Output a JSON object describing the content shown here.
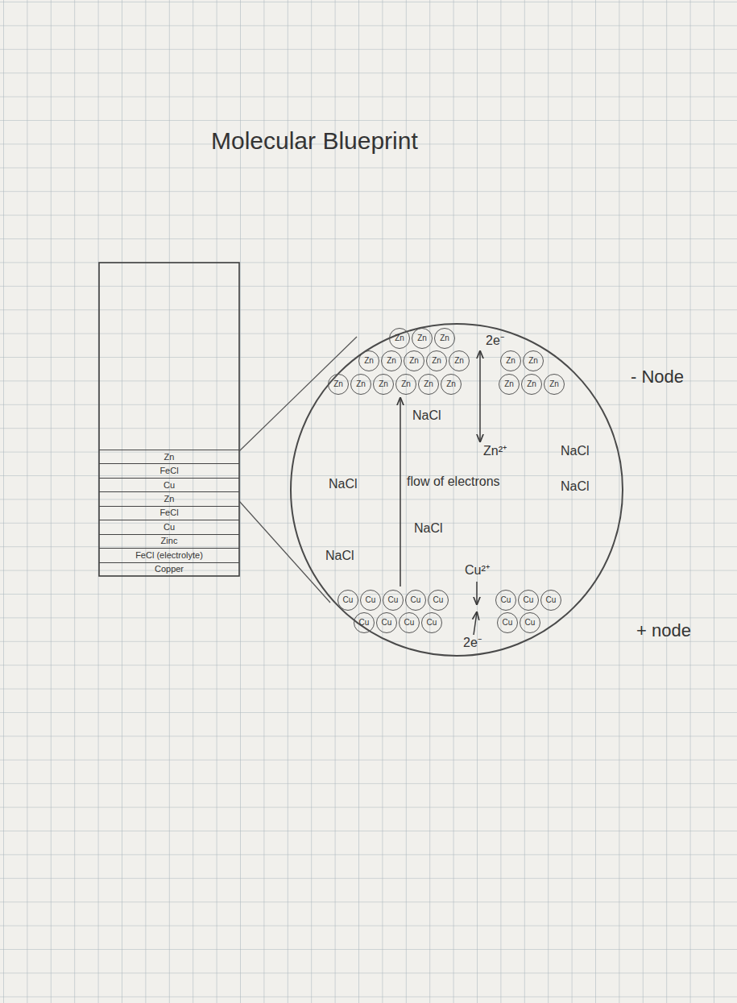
{
  "diagram": {
    "title": "Molecular Blueprint",
    "nodes": [
      {
        "text": [
          "Zn"
        ]
      },
      {
        "text": [
          "FeCl"
        ]
      },
      {
        "text": [
          "Cu"
        ]
      },
      {
        "text": [
          "Zn"
        ]
      },
      {
        "text": [
          "FeCl"
        ]
      },
      {
        "text": [
          "Cu"
        ]
      },
      {
        "text": [
          "Zinc"
        ]
      },
      {
        "text": [
          "FeCl (electrolyte)"
        ]
      },
      {
        "text": [
          "Copper"
        ]
      },
      {
        "text": [
          "2e⁻",
          "NaCl",
          "NaCl",
          "Zn²⁺",
          "NaCl",
          "NaCl",
          "flow of electrons",
          "NaCl",
          "NaCl",
          "Cu²⁺",
          "2e⁻"
        ]
      },
      {
        "text": [
          "Zn"
        ],
        "in": 9
      },
      {
        "text": [
          "Zn"
        ],
        "in": 9
      },
      {
        "text": [
          "Zn"
        ],
        "in": 9
      },
      {
        "text": [
          "Zn"
        ],
        "in": 9
      },
      {
        "text": [
          "Zn"
        ],
        "in": 9
      },
      {
        "text": [
          "Zn"
        ],
        "in": 9
      },
      {
        "text": [
          "Zn"
        ],
        "in": 9
      },
      {
        "text": [
          "Zn"
        ],
        "in": 9
      },
      {
        "text": [
          "Zn"
        ],
        "in": 9
      },
      {
        "text": [
          "Zn"
        ],
        "in": 9
      },
      {
        "text": [
          "Zn"
        ],
        "in": 9
      },
      {
        "text": [
          "Zn"
        ],
        "in": 9
      },
      {
        "text": [
          "Zn"
        ],
        "in": 9
      },
      {
        "text": [
          "Zn"
        ],
        "in": 9
      },
      {
        "text": [
          "Zn"
        ],
        "in": 9
      },
      {
        "text": [
          "Zn"
        ],
        "in": 9
      },
      {
        "text": [
          "Zn"
        ],
        "in": 9
      },
      {
        "text": [
          "Zn"
        ],
        "in": 9
      },
      {
        "text": [
          "Zn"
        ],
        "in": 9
      },
      {
        "text": [
          "Cu"
        ],
        "in": 9
      },
      {
        "text": [
          "Cu"
        ],
        "in": 9
      },
      {
        "text": [
          "Cu"
        ],
        "in": 9
      },
      {
        "text": [
          "Cu"
        ],
        "in": 9
      },
      {
        "text": [
          "Cu"
        ],
        "in": 9
      },
      {
        "text": [
          "Cu"
        ],
        "in": 9
      },
      {
        "text": [
          "Cu"
        ],
        "in": 9
      },
      {
        "text": [
          "Cu"
        ],
        "in": 9
      },
      {
        "text": [
          "Cu"
        ],
        "in": 9
      },
      {
        "text": [
          "Cu"
        ],
        "in": 9
      },
      {
        "text": [
          "Cu"
        ],
        "in": 9
      },
      {
        "text": [
          "Cu"
        ],
        "in": 9
      },
      {
        "text": [
          "Cu"
        ],
        "in": 9
      },
      {
        "text": [
          "Cu"
        ],
        "in": 9
      }
    ],
    "labels": [
      "- Node",
      "+ node"
    ]
  }
}
